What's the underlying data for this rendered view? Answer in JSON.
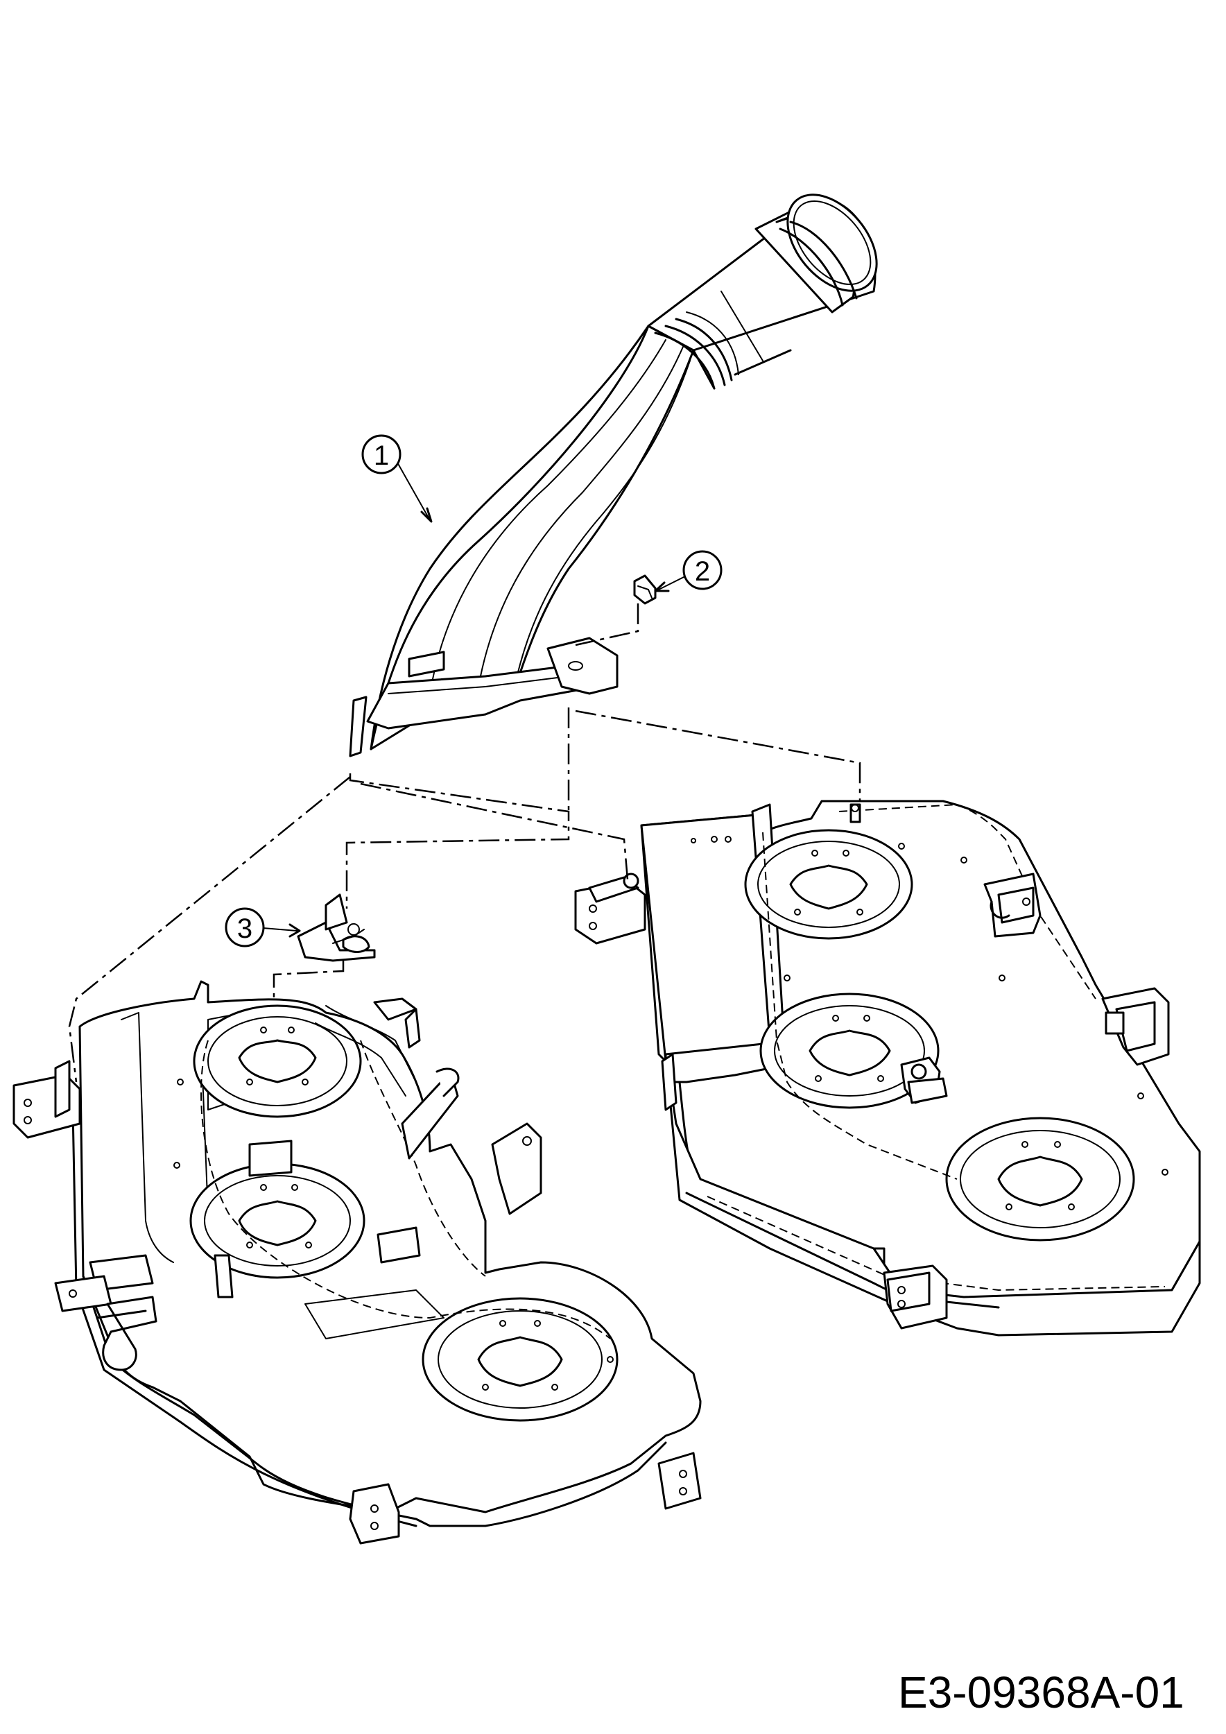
{
  "diagram": {
    "callouts": [
      {
        "number": "1",
        "part": "discharge chute"
      },
      {
        "number": "2",
        "part": "knob"
      },
      {
        "number": "3",
        "part": "bracket"
      }
    ],
    "drawing_code": "E3-09368A-01"
  }
}
